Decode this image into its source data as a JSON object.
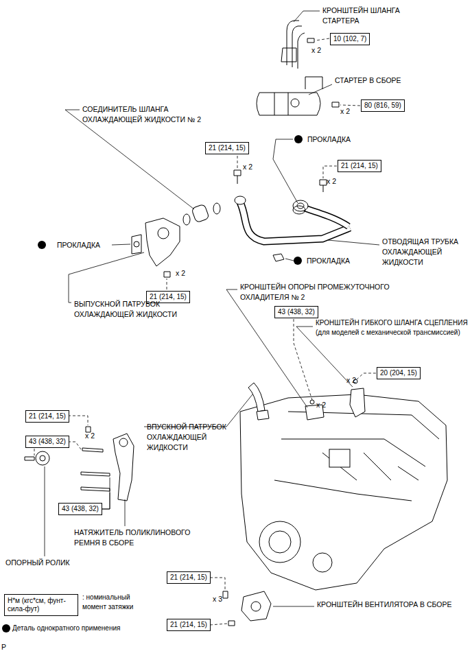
{
  "diagram": {
    "nodes": [
      {
        "text": [
          "10 (102, 7)"
        ]
      },
      {
        "text": [
          "80 (816, 59)"
        ]
      },
      {
        "text": [
          "21 (214, 15)"
        ]
      },
      {
        "text": [
          "21 (214, 15)"
        ]
      },
      {
        "text": [
          "21 (214, 15)"
        ]
      },
      {
        "text": [
          "43 (438, 32)"
        ]
      },
      {
        "text": [
          "20 (204, 15)"
        ]
      },
      {
        "text": [
          "21 (214, 15)"
        ]
      },
      {
        "text": [
          "43 (438, 32)"
        ]
      },
      {
        "text": [
          "43 (438, 32)"
        ]
      },
      {
        "text": [
          "21 (214, 15)"
        ]
      },
      {
        "text": [
          "21 (214, 15)"
        ]
      },
      {
        "text": [
          "Н*м (кгс*см, фунт-сила-фут)"
        ]
      }
    ],
    "labels": [
      "КРОНШТЕЙН ШЛАНГА СТАРТЕРА",
      "x 2",
      "СТАРТЕР В СБОРЕ",
      "x 2",
      "СОЕДИНИТЕЛЬ ШЛАНГА ОХЛАЖДАЮЩЕЙ ЖИДКОСТИ № 2",
      "ПРОКЛАДКА",
      "x 2",
      "x 2",
      "ПРОКЛАДКА",
      "ОТВОДЯЩАЯ ТРУБКА ОХЛАЖДАЮЩЕЙ ЖИДКОСТИ",
      "ПРОКЛАДКА",
      "x 2",
      "КРОНШТЕЙН ОПОРЫ ПРОМЕЖУТОЧНОГО ОХЛАДИТЕЛЯ № 2",
      "ВЫПУСКНОЙ ПАТРУБОК ОХЛАЖДАЮЩЕЙ ЖИДКОСТИ",
      "КРОНШТЕЙН ГИБКОГО ШЛАНГА СЦЕПЛЕНИЯ (для моделей с механической трансмиссией)",
      "x 2",
      "x 2",
      "x 2",
      "ВПУСКНОЙ ПАТРУБОК ОХЛАЖДАЮЩЕЙ ЖИДКОСТИ",
      "НАТЯЖИТЕЛЬ ПОЛИКЛИНОВОГО РЕМНЯ В СБОРЕ",
      "ОПОРНЫЙ РОЛИК",
      "x 3",
      "КРОНШТЕЙН ВЕНТИЛЯТОРА В СБОРЕ",
      "P"
    ],
    "legend": [
      {
        "text": ": номинальный момент затяжки"
      },
      {
        "text": "Деталь однократного применения"
      }
    ]
  }
}
